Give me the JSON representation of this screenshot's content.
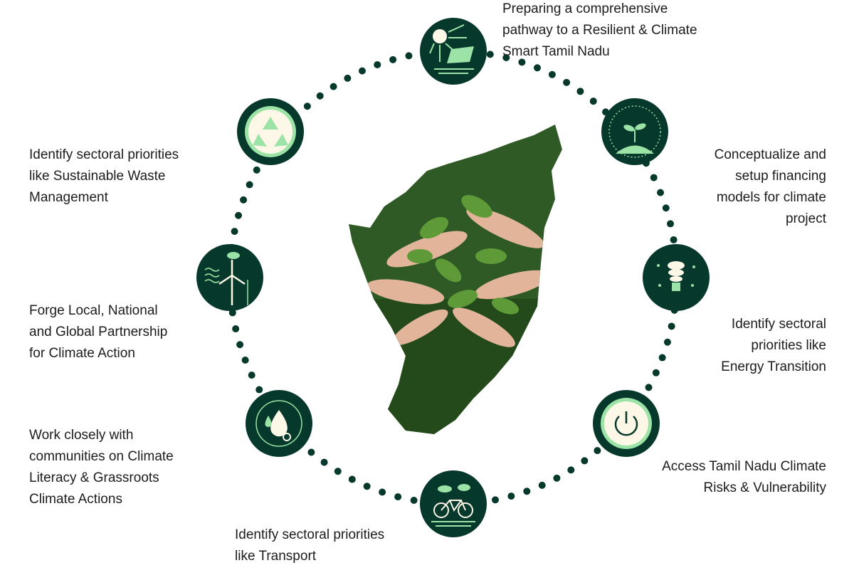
{
  "colors": {
    "dark": "#06392b",
    "light": "#9be3a6",
    "cream": "#fdf7e8",
    "text": "#1c1c1c"
  },
  "center_image": {
    "name": "tamil-nadu-map-with-hands-holding-plants"
  },
  "steps": [
    {
      "icon": "solar-panel-icon",
      "lines": [
        "Preparing a comprehensive",
        "pathway to a Resilient & Climate",
        "Smart Tamil Nadu"
      ]
    },
    {
      "icon": "sprout-icon",
      "lines": [
        "Conceptualize and",
        "setup financing",
        "models for climate",
        "project"
      ]
    },
    {
      "icon": "light-bulb-icon",
      "lines": [
        "Identify sectoral",
        "priorities like",
        "Energy Transition"
      ]
    },
    {
      "icon": "power-icon",
      "lines": [
        "Access Tamil Nadu Climate",
        "Risks & Vulnerability"
      ]
    },
    {
      "icon": "bicycle-icon",
      "lines": [
        "Identify sectoral priorities",
        "like Transport"
      ]
    },
    {
      "icon": "water-drop-icon",
      "lines": [
        "Work closely with",
        "communities on Climate",
        "Literacy & Grassroots",
        "Climate Actions"
      ]
    },
    {
      "icon": "wind-turbine-icon",
      "lines": [
        "Forge Local, National",
        "and Global Partnership",
        "for Climate Action"
      ]
    },
    {
      "icon": "recycle-icon",
      "lines": [
        "Identify sectoral priorities",
        "like Sustainable Waste",
        "Management"
      ]
    }
  ]
}
